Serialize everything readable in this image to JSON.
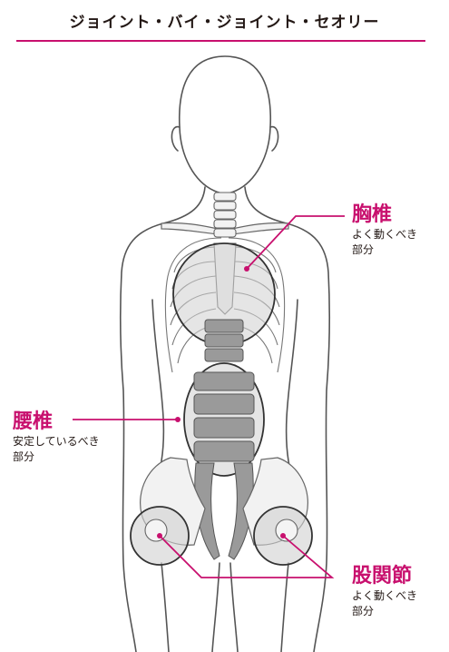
{
  "title": "ジョイント・バイ・ジョイント・セオリー",
  "colors": {
    "accent": "#c8106e",
    "outline": "#555555",
    "bone": "#f2f2f2",
    "muscle": "#9a9a9a",
    "highlight": "#d0d0d0"
  },
  "labels": {
    "thoracic": {
      "name": "胸椎",
      "line1": "よく動くべき",
      "line2": "部分"
    },
    "lumbar": {
      "name": "腰椎",
      "line1": "安定しているべき",
      "line2": "部分"
    },
    "hip": {
      "name": "股関節",
      "line1": "よく動くべき",
      "line2": "部分"
    }
  }
}
